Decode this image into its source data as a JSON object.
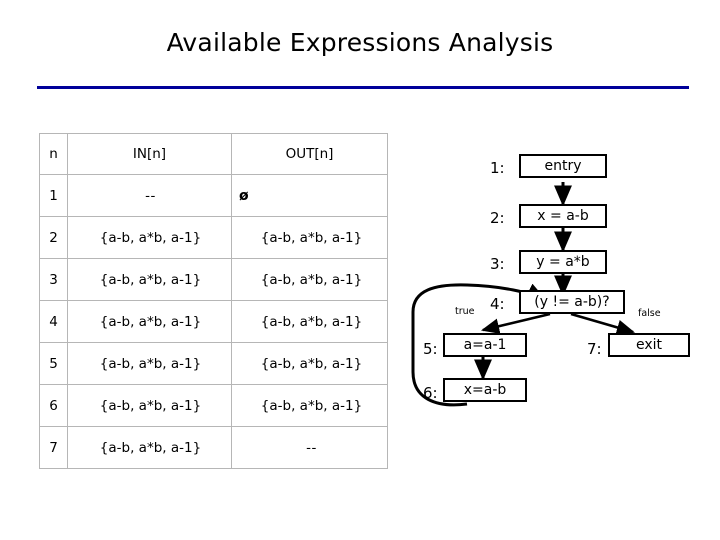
{
  "slide": {
    "title": "Available Expressions Analysis",
    "rule_color": "#00009a"
  },
  "table": {
    "headers": {
      "n": "n",
      "in": "IN[n]",
      "out": "OUT[n]"
    },
    "rows": [
      {
        "n": "1",
        "in": "--",
        "out": "ø"
      },
      {
        "n": "2",
        "in": "{a-b, a*b, a-1}",
        "out": "{a-b, a*b, a-1}"
      },
      {
        "n": "3",
        "in": "{a-b, a*b, a-1}",
        "out": "{a-b, a*b, a-1}"
      },
      {
        "n": "4",
        "in": "{a-b, a*b, a-1}",
        "out": "{a-b, a*b, a-1}"
      },
      {
        "n": "5",
        "in": "{a-b, a*b, a-1}",
        "out": "{a-b, a*b, a-1}"
      },
      {
        "n": "6",
        "in": "{a-b, a*b, a-1}",
        "out": "{a-b, a*b, a-1}"
      },
      {
        "n": "7",
        "in": "{a-b, a*b, a-1}",
        "out": "--"
      }
    ]
  },
  "cfg": {
    "nodes": [
      {
        "id": "1",
        "label": "1:",
        "text": "entry"
      },
      {
        "id": "2",
        "label": "2:",
        "text": "x = a-b"
      },
      {
        "id": "3",
        "label": "3:",
        "text": "y = a*b"
      },
      {
        "id": "4",
        "label": "4:",
        "text": "(y != a-b)?"
      },
      {
        "id": "5",
        "label": "5:",
        "text": "a=a-1"
      },
      {
        "id": "6",
        "label": "6:",
        "text": "x=a-b"
      },
      {
        "id": "7",
        "label": "7:",
        "text": "exit"
      }
    ],
    "edge_labels": {
      "true": "true",
      "false": "false"
    }
  }
}
